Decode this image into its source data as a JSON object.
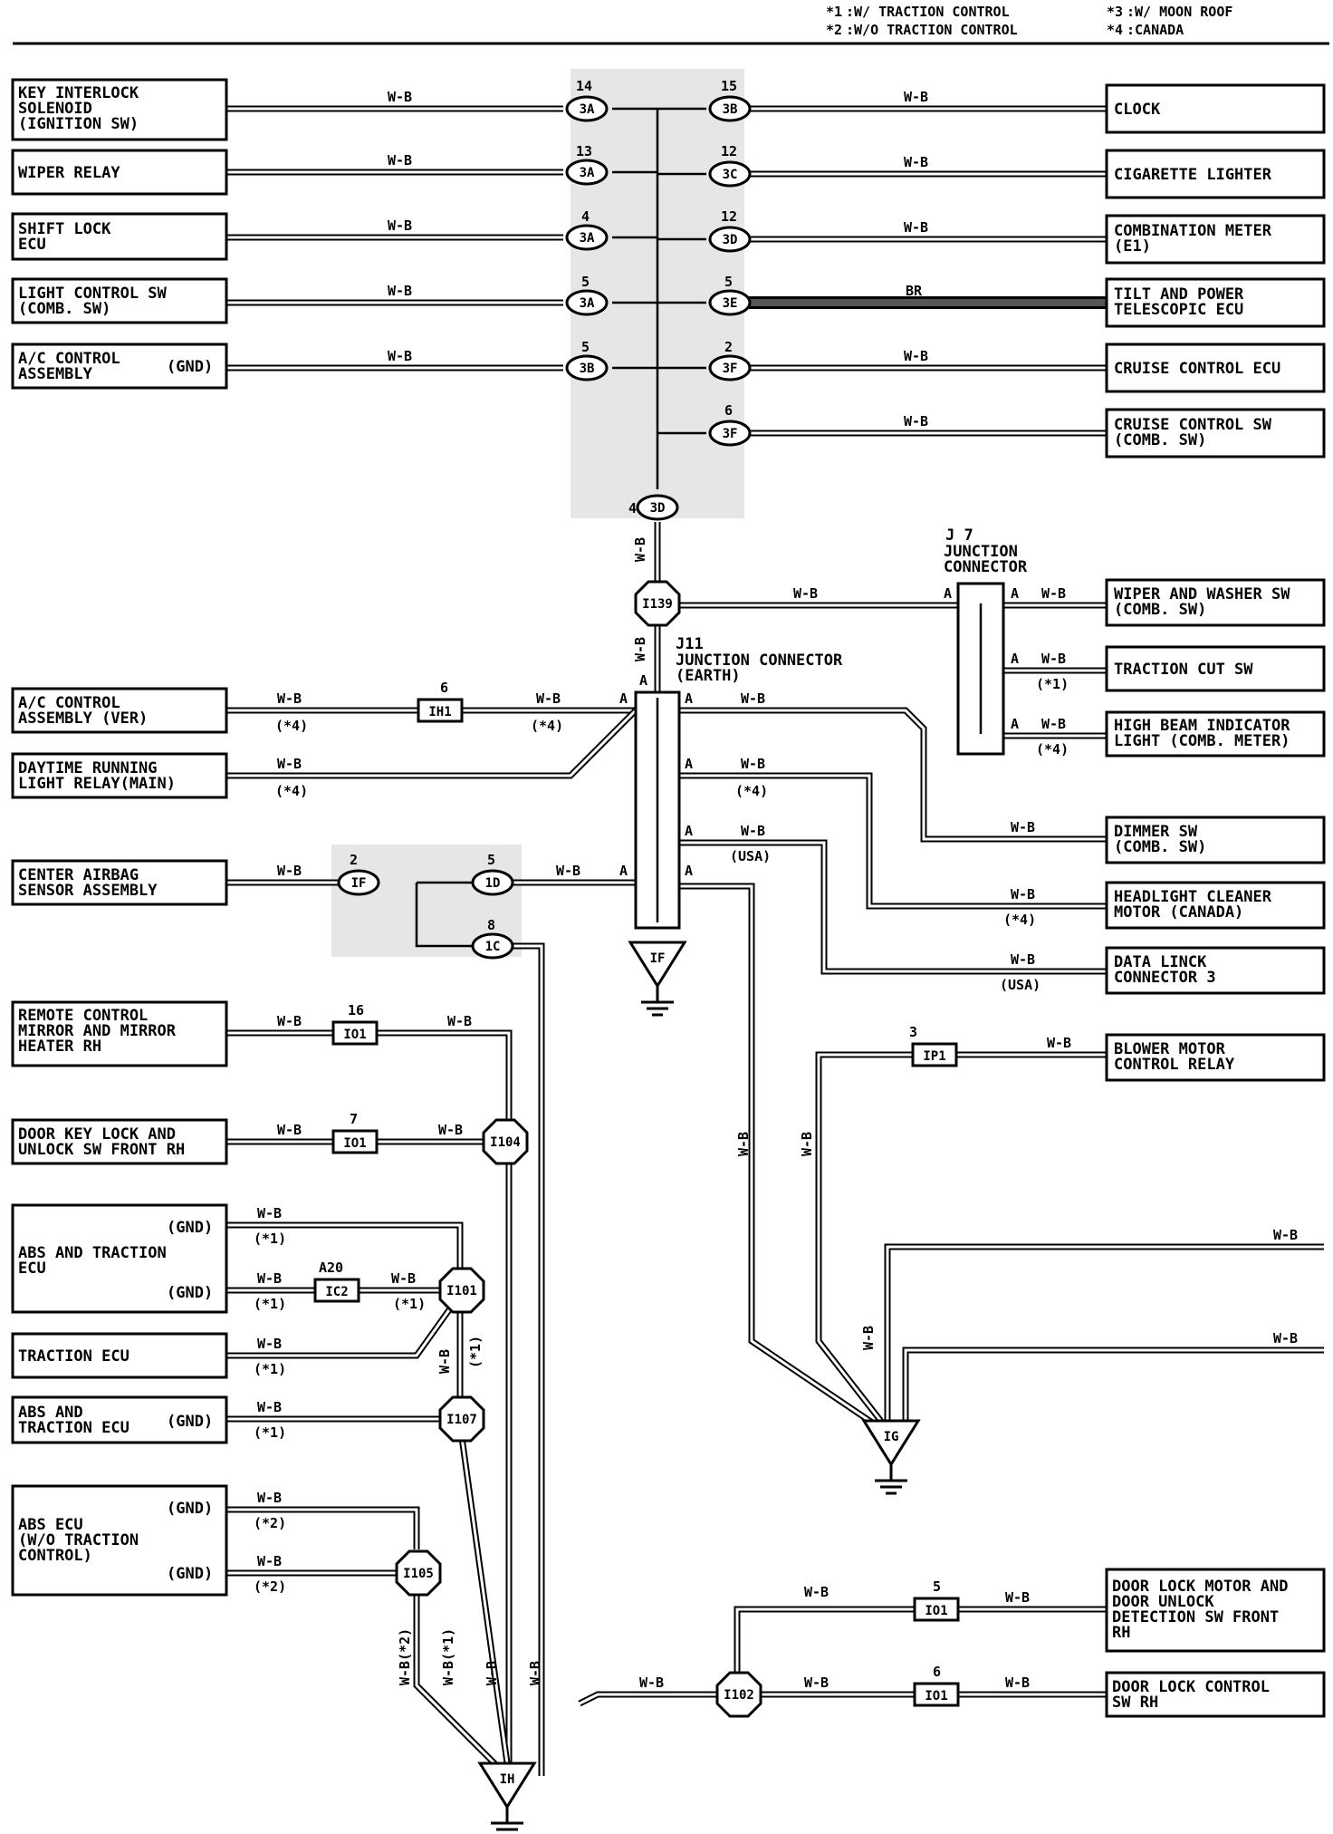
{
  "legend": [
    {
      "key": "*1",
      "text": ":W/ TRACTION CONTROL"
    },
    {
      "key": "*2",
      "text": ":W/O TRACTION CONTROL"
    },
    {
      "key": "*3",
      "text": ":W/ MOON ROOF"
    },
    {
      "key": "*4",
      "text": ":CANADA"
    }
  ],
  "left_components": {
    "key_interlock": [
      "KEY INTERLOCK",
      "SOLENOID",
      "(IGNITION SW)"
    ],
    "wiper_relay": [
      "WIPER RELAY"
    ],
    "shift_lock": [
      "SHIFT LOCK",
      "ECU"
    ],
    "light_control": [
      "LIGHT CONTROL SW",
      "(COMB. SW)"
    ],
    "ac_control": [
      "A/C CONTROL",
      "ASSEMBLY"
    ],
    "ac_control_gnd": "(GND)",
    "ac_control_ver": [
      "A/C CONTROL",
      "ASSEMBLY (VER)"
    ],
    "drl_relay": [
      "DAYTIME RUNNING",
      "LIGHT RELAY(MAIN)"
    ],
    "center_airbag": [
      "CENTER AIRBAG",
      "SENSOR ASSEMBLY"
    ],
    "remote_mirror": [
      "REMOTE CONTROL",
      "MIRROR AND MIRROR",
      "HEATER RH"
    ],
    "door_key_lock": [
      "DOOR KEY LOCK AND",
      "UNLOCK SW FRONT RH"
    ],
    "abs_traction": [
      "ABS AND TRACTION",
      "ECU"
    ],
    "traction_ecu": [
      "TRACTION ECU"
    ],
    "abs_traction2": [
      "ABS AND",
      "TRACTION ECU"
    ],
    "abs_ecu": [
      "ABS ECU",
      "(W/O TRACTION",
      " CONTROL)"
    ],
    "gnd": "(GND)"
  },
  "right_components": {
    "clock": [
      "CLOCK"
    ],
    "cigarette": [
      "CIGARETTE LIGHTER"
    ],
    "combination_meter": [
      "COMBINATION METER",
      "(E1)"
    ],
    "tilt_power": [
      "TILT AND POWER",
      "TELESCOPIC ECU"
    ],
    "cruise_ecu": [
      "CRUISE CONTROL ECU"
    ],
    "cruise_sw": [
      "CRUISE CONTROL SW",
      "(COMB. SW)"
    ],
    "wiper_washer": [
      "WIPER AND WASHER SW",
      "(COMB. SW)"
    ],
    "traction_cut": [
      "TRACTION CUT SW"
    ],
    "high_beam": [
      "HIGH BEAM INDICATOR",
      "LIGHT (COMB. METER)"
    ],
    "dimmer": [
      "DIMMER SW",
      "(COMB. SW)"
    ],
    "headlight_cleaner": [
      "HEADLIGHT CLEANER",
      "MOTOR (CANADA)"
    ],
    "data_link": [
      "DATA LINCK",
      "CONNECTOR 3"
    ],
    "blower": [
      "BLOWER MOTOR",
      "CONTROL RELAY"
    ],
    "door_lock_motor": [
      "DOOR LOCK MOTOR AND",
      "DOOR UNLOCK",
      "DETECTION SW FRONT",
      "RH"
    ],
    "door_lock_control": [
      "DOOR LOCK CONTROL",
      "SW RH"
    ]
  },
  "wires": {
    "wb": "W-B",
    "br": "BR",
    "wb_s2": "W-B(*2)",
    "wb_s1": "W-B(*1)"
  },
  "notes": {
    "s1": "(*1)",
    "s2": "(*2)",
    "s4": "(*4)",
    "usa": "(USA)"
  },
  "connectors": {
    "c3a": "3A",
    "c3b": "3B",
    "c3c": "3C",
    "c3d": "3D",
    "c3e": "3E",
    "c3f": "3F",
    "c1f": "IF",
    "c1d": "1D",
    "c1c": "1C",
    "ih1": "IH1",
    "io1": "IO1",
    "ic2": "IC2",
    "ip1": "IP1",
    "i139": "I139",
    "i104": "I104",
    "i101": "I101",
    "i107": "I107",
    "i105": "I105",
    "i102": "I102"
  },
  "pins": {
    "p14": "14",
    "p13": "13",
    "p4": "4",
    "p5": "5",
    "p15": "15",
    "p12": "12",
    "p2": "2",
    "p6": "6",
    "p3": "3",
    "p7": "7",
    "p8": "8",
    "p16": "16",
    "a20": "A20",
    "a": "A"
  },
  "junctions": {
    "j7_id": "J 7",
    "j7_name": [
      "JUNCTION",
      "CONNECTOR"
    ],
    "j11_id": "J11",
    "j11_name": [
      "JUNCTION CONNECTOR",
      "(EARTH)"
    ]
  },
  "grounds": {
    "if": "IF",
    "ig": "IG",
    "ih": "IH"
  }
}
